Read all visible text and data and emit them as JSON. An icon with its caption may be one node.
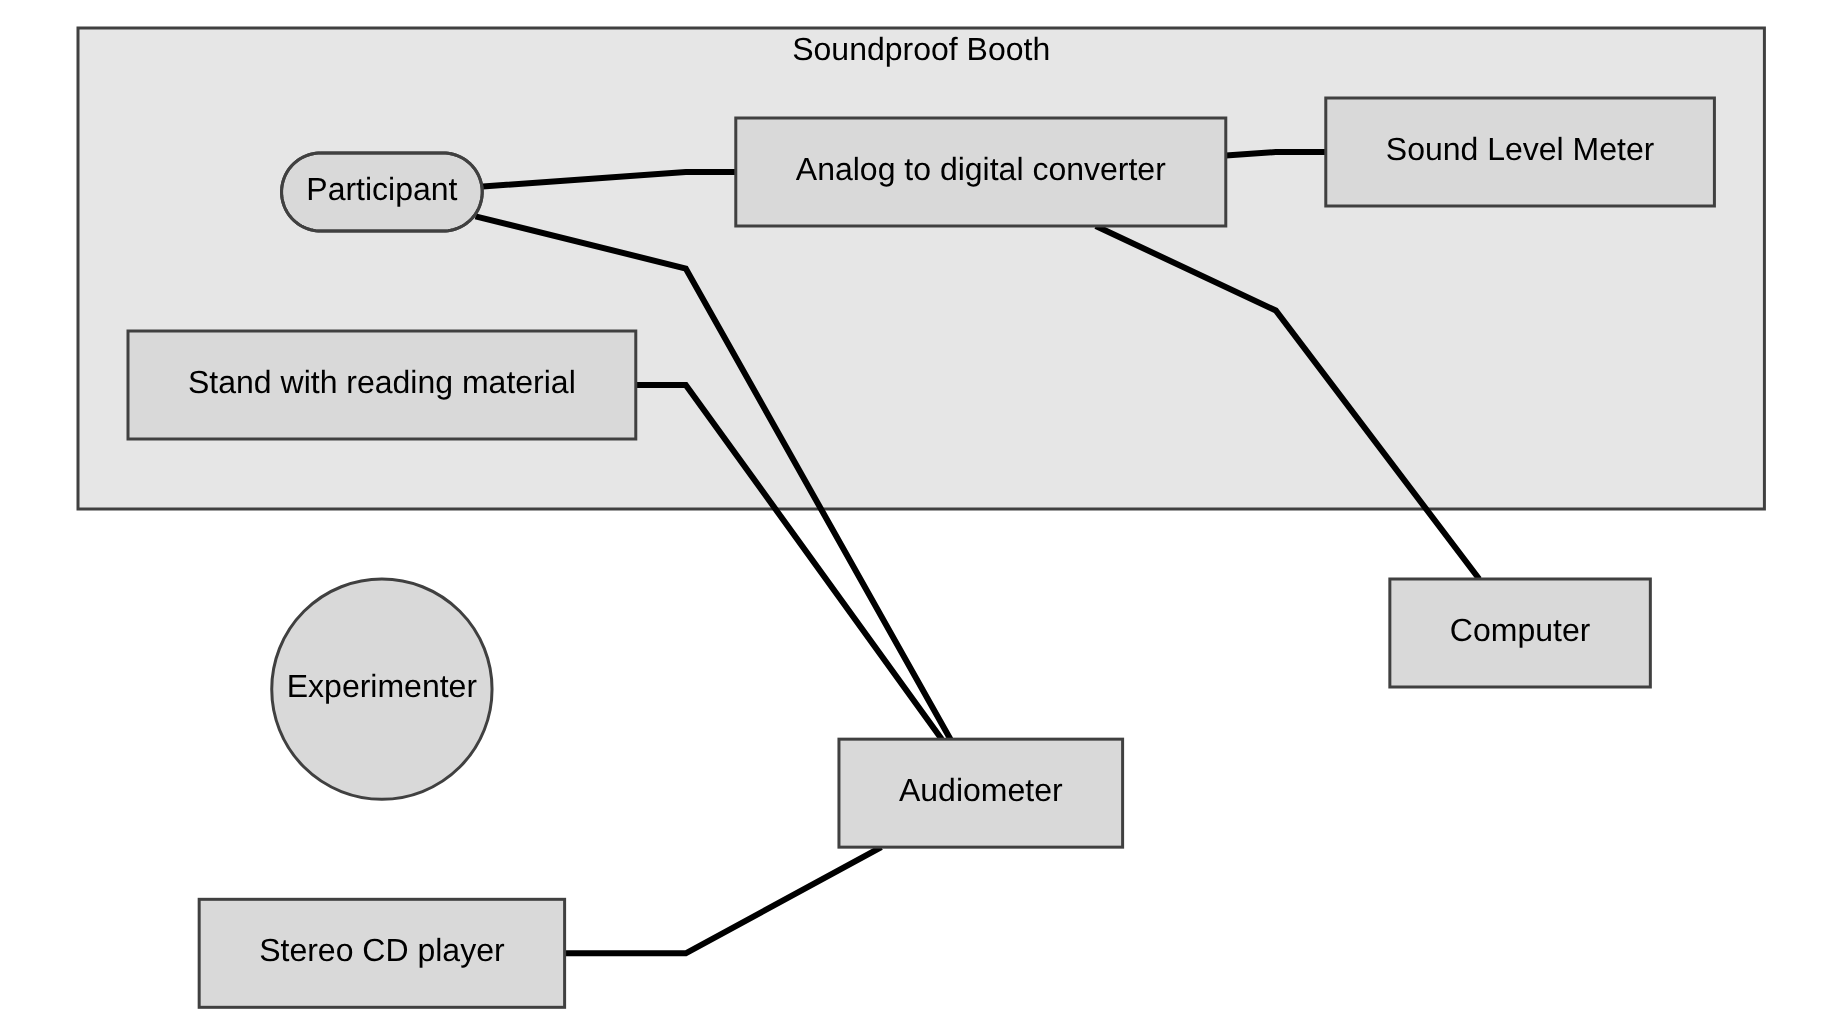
{
  "diagram": {
    "nodes": [
      {
        "text": [
          "Soundproof Booth"
        ]
      },
      {
        "text": [
          "Stand with reading material"
        ],
        "in": 0
      },
      {
        "text": [
          "Participant"
        ],
        "in": 0
      },
      {
        "text": [
          "Analog to digital converter"
        ],
        "in": 0
      },
      {
        "text": [
          "Sound Level Meter"
        ],
        "in": 0
      },
      {
        "text": [
          "Stereo CD player"
        ]
      },
      {
        "text": [
          "Audiometer"
        ]
      },
      {
        "text": [
          "Computer"
        ]
      },
      {
        "text": [
          "Experimenter"
        ]
      }
    ],
    "edges": [
      {
        "from": 5,
        "to": 6,
        "arrow": "none"
      },
      {
        "from": 1,
        "to": 6,
        "arrow": "none"
      },
      {
        "from": 2,
        "to": 6,
        "arrow": "none"
      },
      {
        "from": 2,
        "to": 3,
        "arrow": "none"
      },
      {
        "from": 3,
        "to": 7,
        "arrow": "none"
      },
      {
        "from": 3,
        "to": 4,
        "arrow": "none"
      }
    ]
  }
}
